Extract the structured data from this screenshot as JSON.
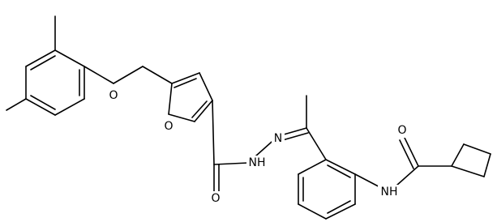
{
  "structure": {
    "atom_labels": {
      "ether_oxygen": "O",
      "furan_oxygen": "O",
      "hydrazide_carbonyl_oxygen": "O",
      "hydrazide_nh": "NH",
      "hydrazone_nitrogen": "N",
      "amide_nh": "NH",
      "amide_carbonyl_oxygen": "O"
    }
  },
  "colors": {
    "bond": "#000000",
    "background": "#ffffff"
  }
}
